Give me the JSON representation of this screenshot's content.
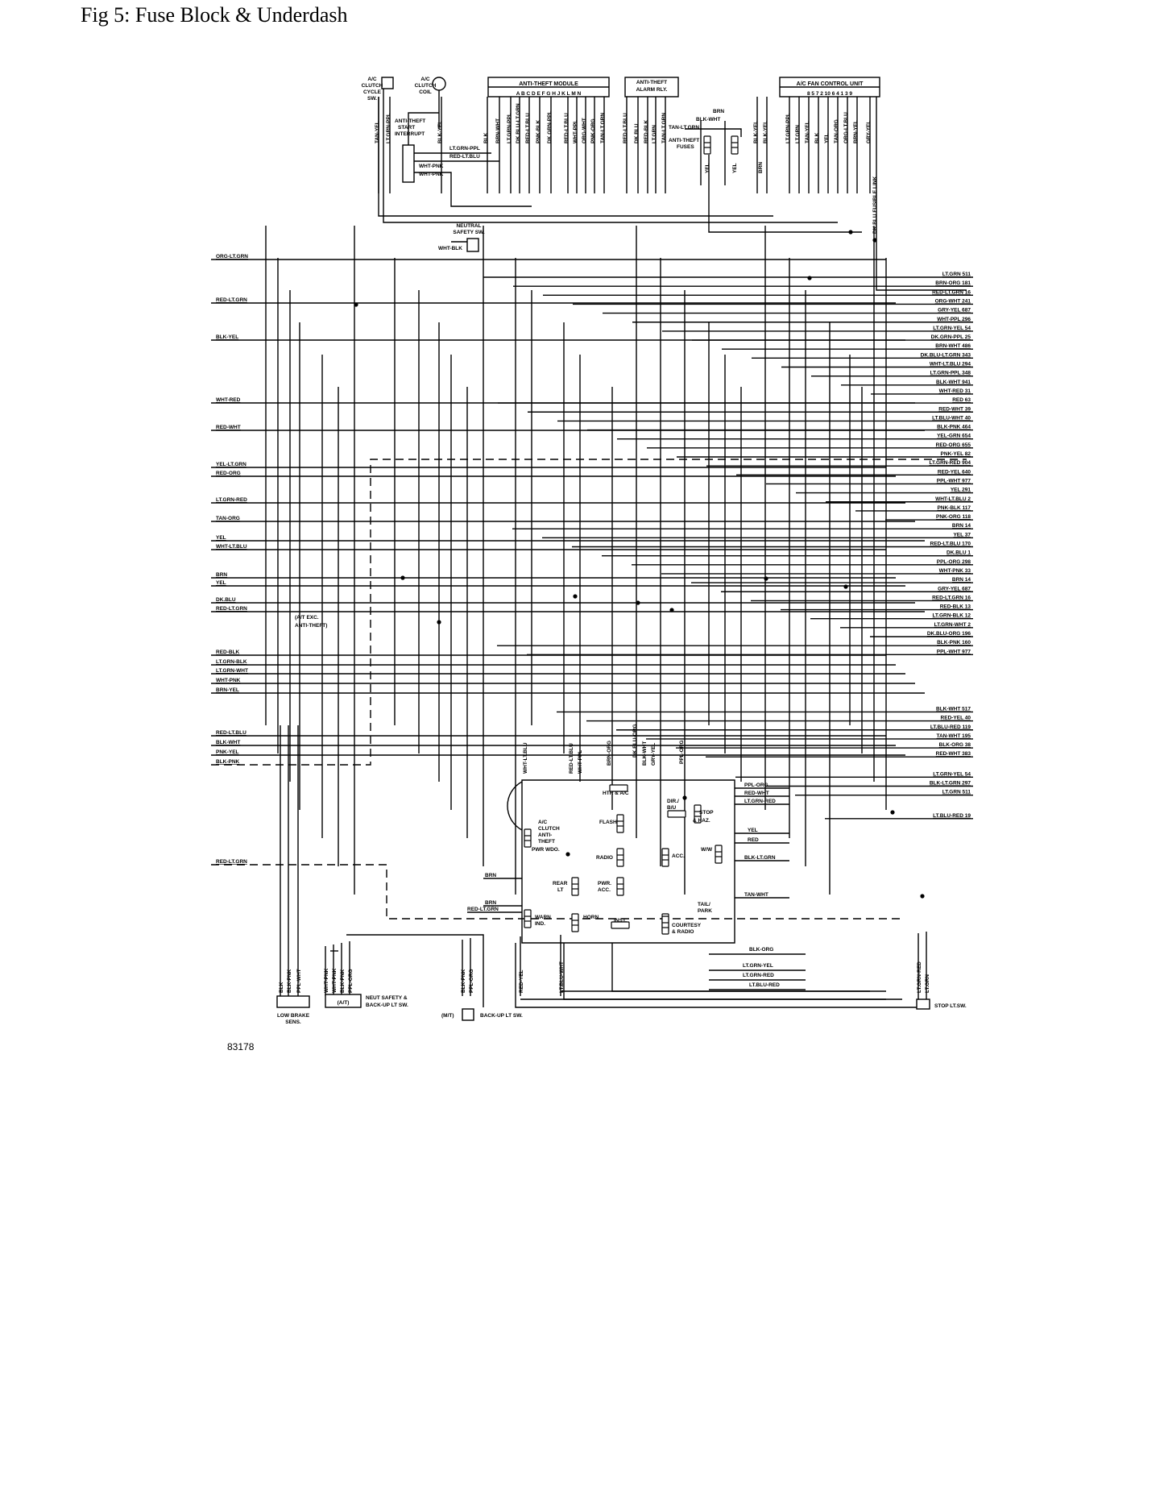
{
  "title": "Fig 5: Fuse Block & Underdash",
  "figure_number": "83178",
  "components": {
    "ac_clutch_cycle_sw": "A/C CLUTCH CYCLE SW.",
    "ac_clutch_coil": "A/C CLUTCH COIL",
    "anti_theft_module": "ANTI-THEFT MODULE",
    "anti_theft_module_pins": "A B C D E F G H J K L M N",
    "anti_theft_alarm_rly": "ANTI-THEFT ALARM RLY.",
    "ac_fan_control_unit": "A/C FAN CONTROL UNIT",
    "ac_fan_control_pins": "8 5 7 2 10 6 4 1 3 9",
    "anti_theft_start_interrupt": "ANTI-THEFT START INTERRUPT",
    "anti_theft_fuses": "ANTI-THEFT FUSES",
    "neutral_safety_sw": "NEUTRAL SAFETY SW.",
    "at_exc_anti_theft": "(A/T EXC. ANTI-THEFT)",
    "low_brake_sens": "LOW BRAKE SENS.",
    "neut_safety_backup": "NEUT SAFETY & BACK-UP LT SW.",
    "at_tag": "(A/T)",
    "mt_tag": "(M/T)",
    "backup_lt_sw": "BACK-UP LT SW.",
    "stop_lt_sw": "STOP LT.SW."
  },
  "fuses": [
    "HTR & A/C",
    "DIR./ B/U",
    "STOP & HAZ.",
    "FLASH",
    "A/C CLUTCH ANTI-THEFT PWR WDO.",
    "RADIO",
    "ACC.",
    "W/W",
    "REAR LT",
    "PWR. ACC.",
    "TAIL/ PARK",
    "WARN IND.",
    "HORN",
    "INST.",
    "COURTESY & RADIO"
  ],
  "top_wires": [
    "TAN-YEL",
    "LT.GRN-PPL",
    "BLK-YEL",
    "BLK",
    "BRN-WHT",
    "LT.GRN-PPL",
    "DK.BLU-LT.GRN",
    "RED-LT.BLU",
    "PNK-BLK",
    "DK.GRN-PPL",
    "RED-LT.BLU",
    "WHT-PPL",
    "ORG-WHT",
    "PNK-ORG",
    "TAN-LT.GRN",
    "RED-LT.BLU",
    "DK.BLU",
    "RED-BLK",
    "LT.GRN",
    "TAN-LT.GRN",
    "BLK-YEL",
    "BLK-YEL",
    "LT.GRN-PPL",
    "LT.GRN",
    "TAN-YEL",
    "BLK",
    "YEL",
    "TAN-ORG",
    "ORG-LT.BLU",
    "BRN-YEL",
    "GRY-YEL",
    "DK.BLU FUSIBLE LINK"
  ],
  "top_misc": [
    "BRN",
    "BLK-WHT",
    "TAN-LT.GRN",
    "YEL",
    "YEL",
    "BRN",
    "LT.GRN-PPL",
    "RED-LT.BLU",
    "WHT-PNK",
    "WHT-PNK",
    "WHT-BLK"
  ],
  "left_wires": [
    "ORG-LT.GRN",
    "RED-LT.GRN",
    "BLK-YEL",
    "WHT-RED",
    "RED-WHT",
    "YEL-LT.GRN",
    "RED-ORG",
    "LT.GRN-RED",
    "TAN-ORG",
    "YEL",
    "WHT-LT.BLU",
    "BRN",
    "YEL",
    "DK.BLU",
    "RED-LT.GRN",
    "RED-BLK",
    "LT.GRN-BLK",
    "LT.GRN-WHT",
    "WHT-PNK",
    "BRN-YEL",
    "RED-LT.BLU",
    "BLK-WHT",
    "PNK-YEL",
    "BLK-PNK",
    "RED-LT.GRN"
  ],
  "right_wires": [
    "LT.GRN 511",
    "BRN-ORG 181",
    "RED-LT.GRN 16",
    "ORG-WHT 241",
    "GRY-YEL 687",
    "WHT-PPL 296",
    "LT.GRN-YEL 54",
    "DK.GRN-PPL 25",
    "BRN-WHT 486",
    "DK.BLU-LT.GRN 343",
    "WHT-LT.BLU 294",
    "LT.GRN-PPL 348",
    "BLK-WHT 941",
    "WHT-RED 31",
    "RED 63",
    "RED-WHT 39",
    "LT.BLU-WHT 40",
    "BLK-PNK 464",
    "YEL-GRN 654",
    "RED-ORG 655",
    "PNK-YEL 82",
    "LT.GRN-RED 904",
    "RED-YEL 640",
    "PPL-WHT 977",
    "YEL 291",
    "WHT-LT.BLU 2",
    "PNK-BLK 117",
    "PNK-ORG 118",
    "BRN 14",
    "YEL 37",
    "RED-LT.BLU 170",
    "DK.BLU 1",
    "PPL-ORG 298",
    "WHT-PNK 33",
    "BRN 14",
    "GRY-YEL 687",
    "RED-LT.GRN 16",
    "RED-BLK 13",
    "LT.GRN-BLK 12",
    "LT.GRN-WHT 2",
    "DK.BLU-ORG 196",
    "BLK-PNK 160",
    "PPL-WHT 977",
    "BLK-WHT 517",
    "RED-YEL 40",
    "LT.BLU-RED 119",
    "TAN-WHT 195",
    "BLK-ORG 38",
    "RED-WHT 383",
    "LT.GRN-YEL 54",
    "BLK-LT.GRN 297",
    "LT.GRN 511",
    "LT.BLU-RED 19"
  ],
  "fuse_block_wires": [
    "WHT-LT.BLU",
    "RED-LT.BLU",
    "WHT-PPL",
    "BRN-ORG",
    "DK.BLU-ORG",
    "BLK-WHT",
    "GRY-YEL",
    "PPL-ORG",
    "PPL-ORG",
    "RED-WHT",
    "LT.GRN-RED",
    "YEL",
    "RED",
    "BLK-LT.GRN",
    "TAN-WHT",
    "BRN",
    "BRN",
    "RED-LT.GRN",
    "BLK-ORG",
    "LT.GRN-YEL",
    "LT.GRN-RED",
    "LT.BLU-RED"
  ],
  "bottom_wires": [
    "BLK",
    "BLK-PNK",
    "PPL-WHT",
    "WHT-PNK",
    "WHT-PNK",
    "BLK-PNK",
    "PPL-ORG",
    "BLK-PNK",
    "PPL-ORG",
    "RED-YEL",
    "LT.BLU-WHT",
    "LT.GRN-RED",
    "LT.GRN"
  ]
}
